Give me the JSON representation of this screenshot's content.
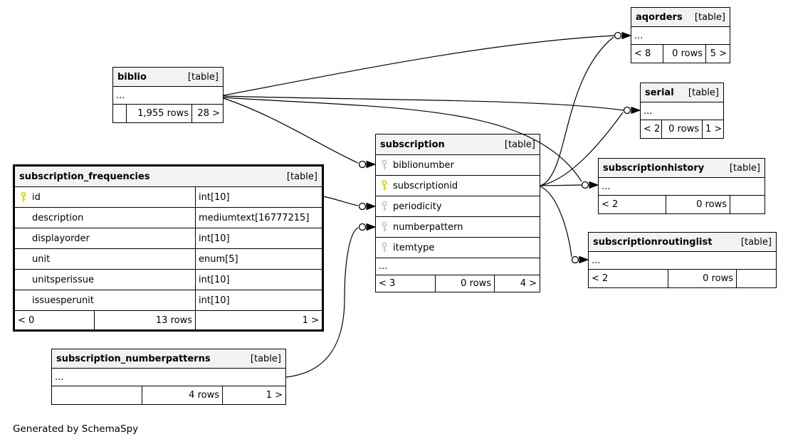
{
  "app": {
    "generator_note": "Generated by SchemaSpy"
  },
  "colors": {
    "background": "#ffffff",
    "table_border": "#000000",
    "header_background": "#f2f2f2",
    "primary_key_icon": "#d6d600",
    "foreign_key_icon": "#c6c6c6"
  },
  "tables": {
    "aqorders": {
      "name": "aqorders",
      "tag": "[table]",
      "collapsed_columns": "...",
      "footer": {
        "parents": "< 8",
        "rows": "0 rows",
        "children": "5 >"
      }
    },
    "biblio": {
      "name": "biblio",
      "tag": "[table]",
      "collapsed_columns": "...",
      "footer": {
        "parents": "",
        "rows": "1,955 rows",
        "children": "28 >"
      }
    },
    "serial": {
      "name": "serial",
      "tag": "[table]",
      "collapsed_columns": "...",
      "footer": {
        "parents": "< 2",
        "rows": "0 rows",
        "children": "1 >"
      }
    },
    "subscription": {
      "name": "subscription",
      "tag": "[table]",
      "collapsed_columns": "...",
      "columns": [
        {
          "name": "biblionumber",
          "key": "FK"
        },
        {
          "name": "subscriptionid",
          "key": "PK"
        },
        {
          "name": "periodicity",
          "key": "FK"
        },
        {
          "name": "numberpattern",
          "key": "FK"
        },
        {
          "name": "itemtype",
          "key": "FK"
        }
      ],
      "footer": {
        "parents": "< 3",
        "rows": "0 rows",
        "children": "4 >"
      }
    },
    "subscriptionhistory": {
      "name": "subscriptionhistory",
      "tag": "[table]",
      "collapsed_columns": "...",
      "footer": {
        "parents": "< 2",
        "rows": "0 rows",
        "children": ""
      }
    },
    "subscriptionroutinglist": {
      "name": "subscriptionroutinglist",
      "tag": "[table]",
      "collapsed_columns": "...",
      "footer": {
        "parents": "< 2",
        "rows": "0 rows",
        "children": ""
      }
    },
    "subscription_frequencies": {
      "name": "subscription_frequencies",
      "tag": "[table]",
      "columns": [
        {
          "name": "id",
          "type": "int[10]",
          "key": "PK"
        },
        {
          "name": "description",
          "type": "mediumtext[16777215]",
          "key": ""
        },
        {
          "name": "displayorder",
          "type": "int[10]",
          "key": ""
        },
        {
          "name": "unit",
          "type": "enum[5]",
          "key": ""
        },
        {
          "name": "unitsperissue",
          "type": "int[10]",
          "key": ""
        },
        {
          "name": "issuesperunit",
          "type": "int[10]",
          "key": ""
        }
      ],
      "footer": {
        "parents": "< 0",
        "rows": "13 rows",
        "children": "1 >"
      }
    },
    "subscription_numberpatterns": {
      "name": "subscription_numberpatterns",
      "tag": "[table]",
      "collapsed_columns": "...",
      "footer": {
        "parents": "",
        "rows": "4 rows",
        "children": "1 >"
      }
    }
  },
  "relationships": [
    {
      "from": "biblio",
      "to": "aqorders"
    },
    {
      "from": "biblio",
      "to": "serial"
    },
    {
      "from": "biblio",
      "to": "subscription.biblionumber"
    },
    {
      "from": "biblio",
      "to": "subscriptionhistory"
    },
    {
      "from": "subscription.subscriptionid",
      "to": "aqorders"
    },
    {
      "from": "subscription.subscriptionid",
      "to": "serial"
    },
    {
      "from": "subscription.subscriptionid",
      "to": "subscriptionhistory"
    },
    {
      "from": "subscription.subscriptionid",
      "to": "subscriptionroutinglist"
    },
    {
      "from": "subscription_frequencies.id",
      "to": "subscription.periodicity"
    },
    {
      "from": "subscription_numberpatterns",
      "to": "subscription.numberpattern"
    }
  ]
}
